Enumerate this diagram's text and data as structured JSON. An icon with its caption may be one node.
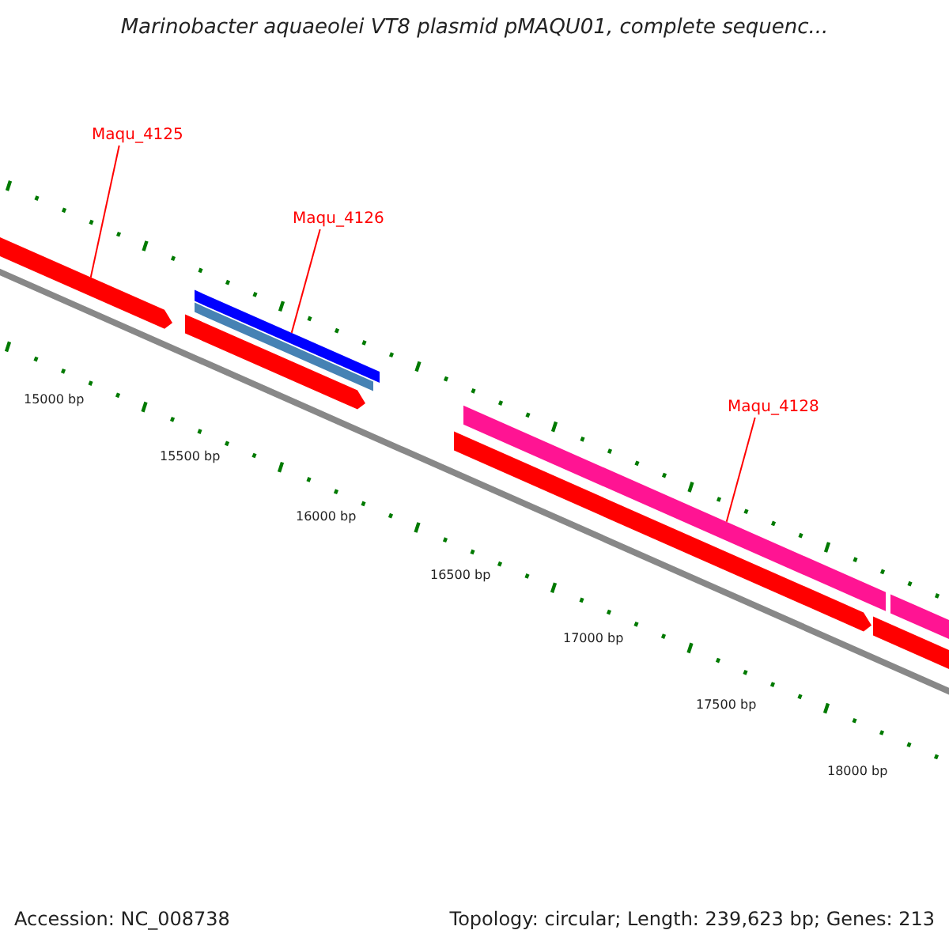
{
  "diagram": {
    "title": "Marinobacter aquaeolei VT8 plasmid pMAQU01, complete sequenc...",
    "nodes": [
      {
        "text": [
          "Maqu_4125"
        ]
      },
      {
        "text": [],
        "shape": "bar"
      },
      {
        "text": [
          "Maqu_4126"
        ]
      },
      {
        "text": [],
        "shape": "bar"
      },
      {
        "text": [
          "Maqu_4128"
        ]
      },
      {
        "text": [],
        "shape": "bar"
      }
    ],
    "edges": [
      {
        "from": 0,
        "to": 1,
        "arrow": "none"
      },
      {
        "from": 2,
        "to": 3,
        "arrow": "none"
      },
      {
        "from": 4,
        "to": 5,
        "arrow": "none"
      }
    ],
    "labels": [
      "15000 bp",
      "15500 bp",
      "16000 bp",
      "16500 bp",
      "17000 bp",
      "17500 bp",
      "18000 bp",
      "Accession: NC_008738",
      "Topology: circular; Length: 239,623 bp; Genes: 213"
    ]
  }
}
